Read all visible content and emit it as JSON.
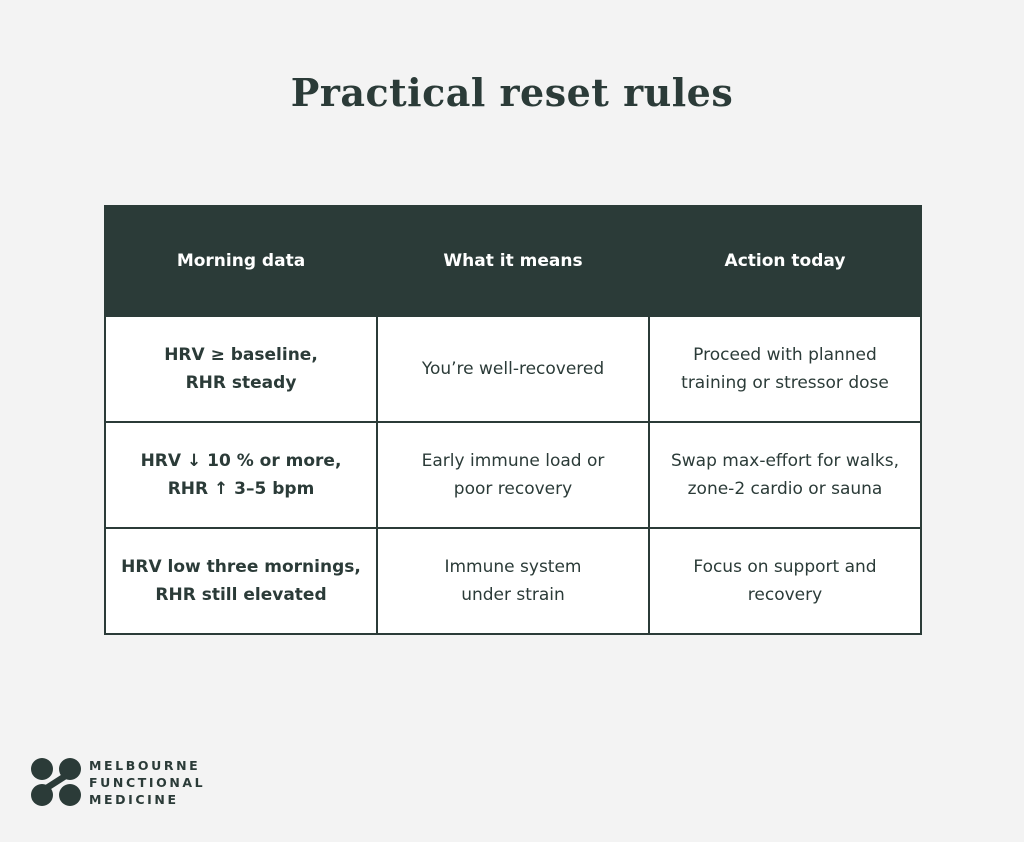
{
  "title": "Practical reset rules",
  "table": {
    "headers": [
      "Morning data",
      "What it means",
      "Action today"
    ],
    "rows": [
      [
        "HRV ≥ baseline,\nRHR steady",
        "You’re well-recovered",
        "Proceed with planned\ntraining or stressor dose"
      ],
      [
        "HRV ↓ 10 % or more,\nRHR ↑ 3–5 bpm",
        "Early immune load or\npoor recovery",
        "Swap max-effort for walks,\nzone-2 cardio or sauna"
      ],
      [
        "HRV low three mornings,\nRHR still elevated",
        "Immune system\nunder strain",
        "Focus on support and\nrecovery"
      ]
    ]
  },
  "brand": {
    "lines": [
      "MELBOURNE",
      "FUNCTIONAL",
      "MEDICINE"
    ],
    "logo_icon": "four-dots-linked-logo",
    "color": "#2b3b38"
  },
  "colors": {
    "background": "#f3f3f3",
    "header_bg": "#2b3b38",
    "header_text": "#ffffff",
    "cell_bg": "#ffffff",
    "text": "#2b3b38"
  }
}
